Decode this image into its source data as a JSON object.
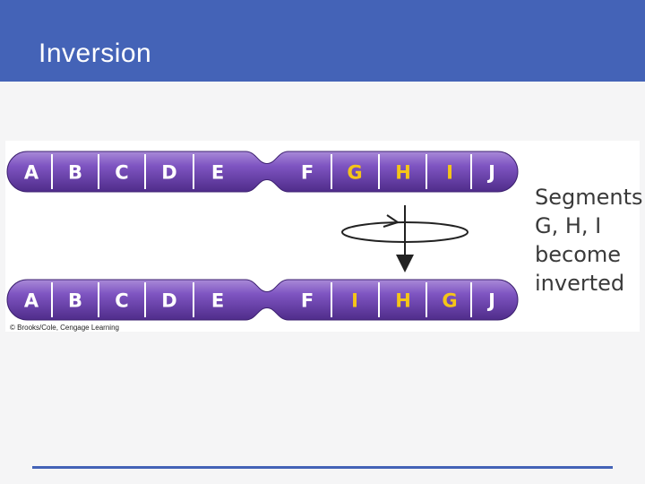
{
  "slide": {
    "title": "Inversion"
  },
  "diagram": {
    "top_chromosome": {
      "segments": [
        {
          "label": "A",
          "color": "#ffffff"
        },
        {
          "label": "B",
          "color": "#ffffff"
        },
        {
          "label": "C",
          "color": "#ffffff"
        },
        {
          "label": "D",
          "color": "#ffffff"
        },
        {
          "label": "E",
          "color": "#ffffff"
        },
        {
          "label": "F",
          "color": "#ffffff"
        },
        {
          "label": "G",
          "color": "#f5c518"
        },
        {
          "label": "H",
          "color": "#f5c518"
        },
        {
          "label": "I",
          "color": "#f5c518"
        },
        {
          "label": "J",
          "color": "#ffffff"
        }
      ]
    },
    "bottom_chromosome": {
      "segments": [
        {
          "label": "A",
          "color": "#ffffff"
        },
        {
          "label": "B",
          "color": "#ffffff"
        },
        {
          "label": "C",
          "color": "#ffffff"
        },
        {
          "label": "D",
          "color": "#ffffff"
        },
        {
          "label": "E",
          "color": "#ffffff"
        },
        {
          "label": "F",
          "color": "#ffffff"
        },
        {
          "label": "I",
          "color": "#f5c518"
        },
        {
          "label": "H",
          "color": "#f5c518"
        },
        {
          "label": "G",
          "color": "#f5c518"
        },
        {
          "label": "J",
          "color": "#ffffff"
        }
      ]
    },
    "caption_lines": [
      "Segments",
      "G, H, I",
      "become",
      "inverted"
    ],
    "copyright": "© Brooks/Cole, Cengage Learning",
    "colors": {
      "chromosome": "#7a4fb8",
      "chromosome_dark": "#4f2c8a",
      "highlight": "#f5c518",
      "header": "#4463b7"
    }
  }
}
